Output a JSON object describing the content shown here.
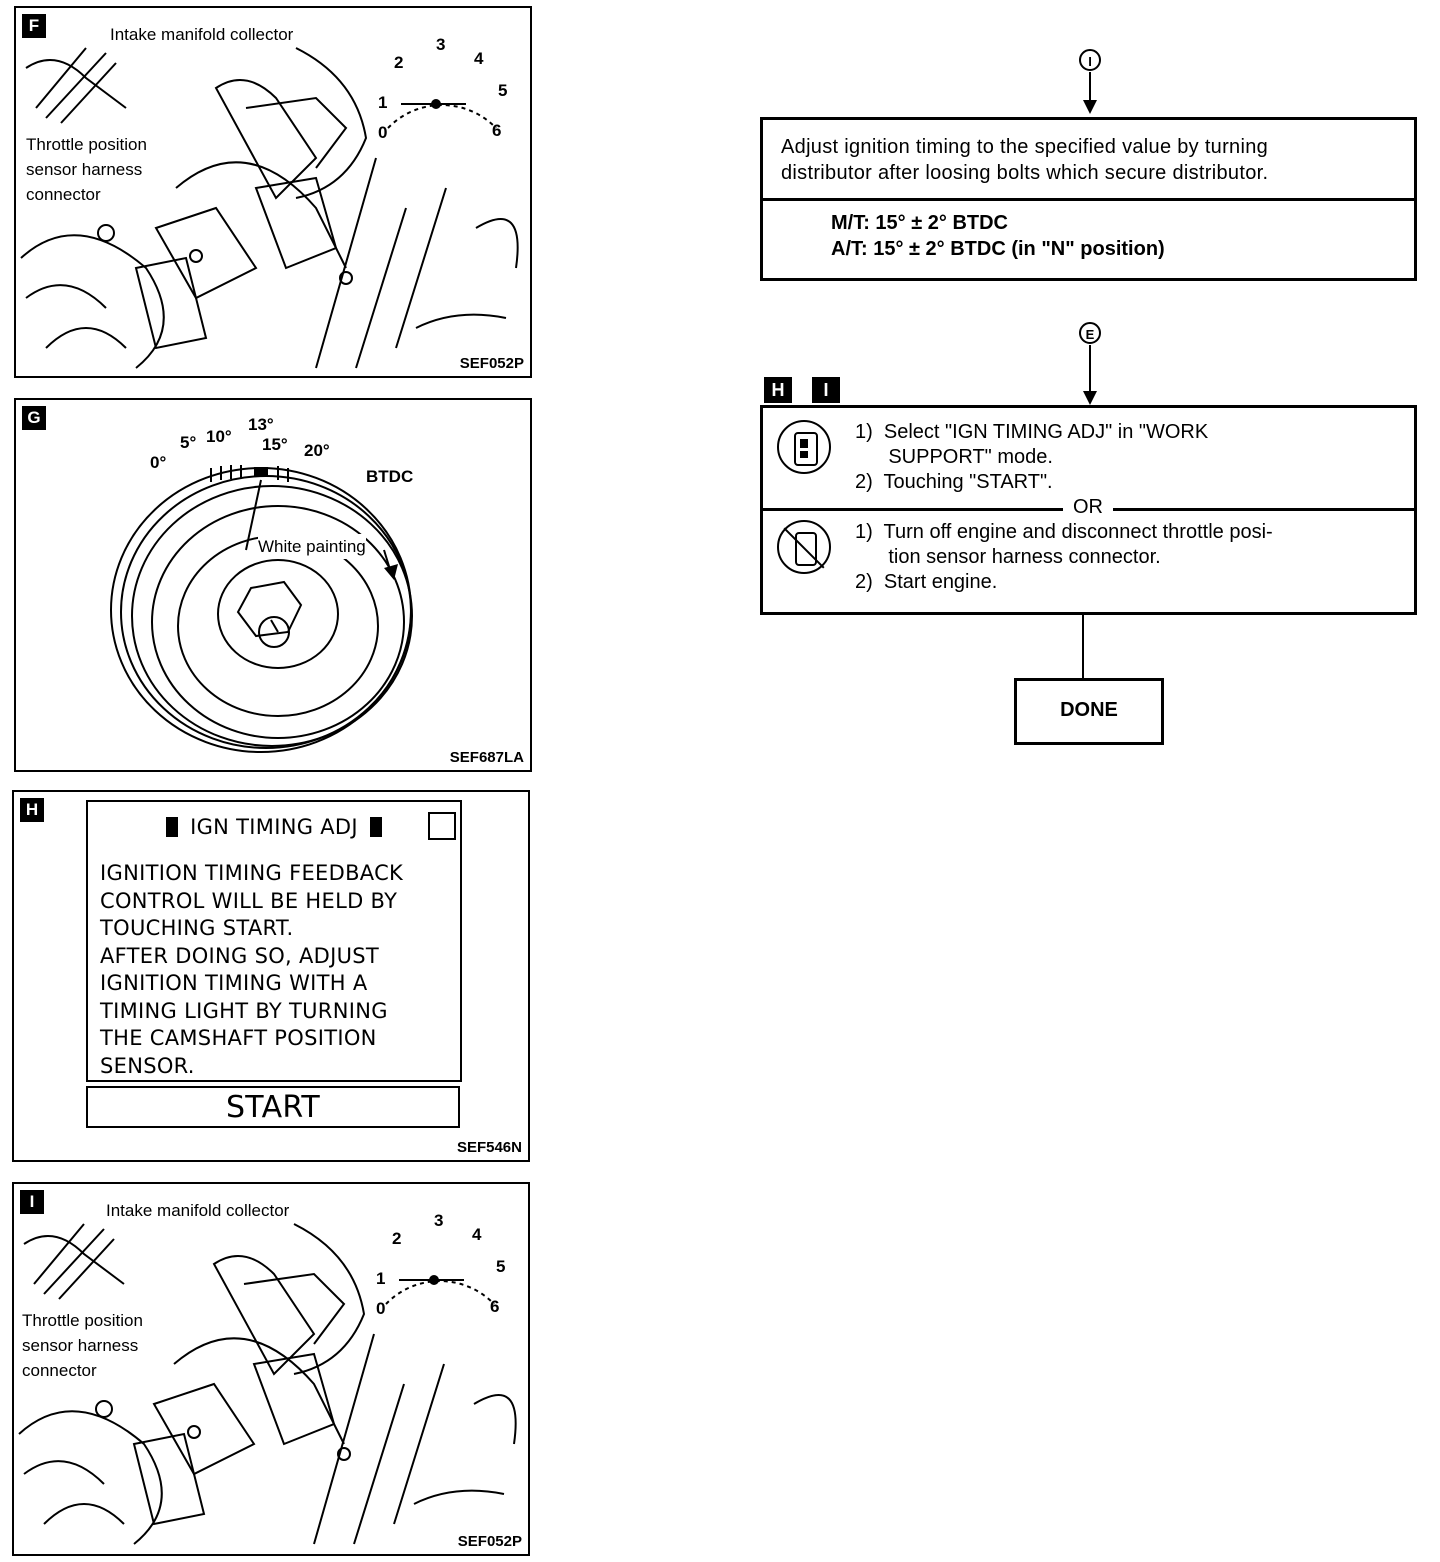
{
  "figures": {
    "f": {
      "tag": "F",
      "labels": {
        "intake": "Intake manifold collector",
        "throttle": "Throttle position\nsensor harness\nconnector"
      },
      "gauge_numbers": [
        "0",
        "1",
        "2",
        "3",
        "4",
        "5",
        "6"
      ],
      "code": "SEF052P"
    },
    "g": {
      "tag": "G",
      "degree_labels": [
        "0°",
        "5°",
        "10°",
        "13°",
        "15°",
        "20°"
      ],
      "btdc": "BTDC",
      "white_painting": "White painting",
      "code": "SEF687LA"
    },
    "h": {
      "tag": "H",
      "screen_title": "IGN TIMING ADJ",
      "screen_body": "IGNITION TIMING FEEDBACK\nCONTROL WILL BE HELD BY\nTOUCHING START.\nAFTER DOING SO, ADJUST\nIGNITION TIMING WITH A\nTIMING LIGHT BY TURNING\nTHE CAMSHAFT POSITION\nSENSOR.",
      "start_button": "START",
      "code": "SEF546N"
    },
    "i": {
      "tag": "I",
      "labels": {
        "intake": "Intake manifold collector",
        "throttle": "Throttle position\nsensor harness\nconnector"
      },
      "gauge_numbers": [
        "0",
        "1",
        "2",
        "3",
        "4",
        "5",
        "6"
      ],
      "code": "SEF052P"
    }
  },
  "flowchart": {
    "connector_top": "I",
    "step1_text": "Adjust ignition timing to the specified value by turning\ndistributor after loosing bolts which secure distributor.",
    "spec_mt": "M/T: 15° ± 2° BTDC",
    "spec_at": "A/T: 15° ± 2° BTDC (in \"N\" position)",
    "connector_mid": "E",
    "refs": [
      "H",
      "I"
    ],
    "consult_steps": "1)  Select \"IGN TIMING ADJ\" in \"WORK\n      SUPPORT\" mode.\n2)  Touching \"START\".",
    "or_label": "OR",
    "manual_steps": "1)  Turn off engine and disconnect throttle posi-\n      tion sensor harness connector.\n2)  Start engine.",
    "done_label": "DONE"
  }
}
